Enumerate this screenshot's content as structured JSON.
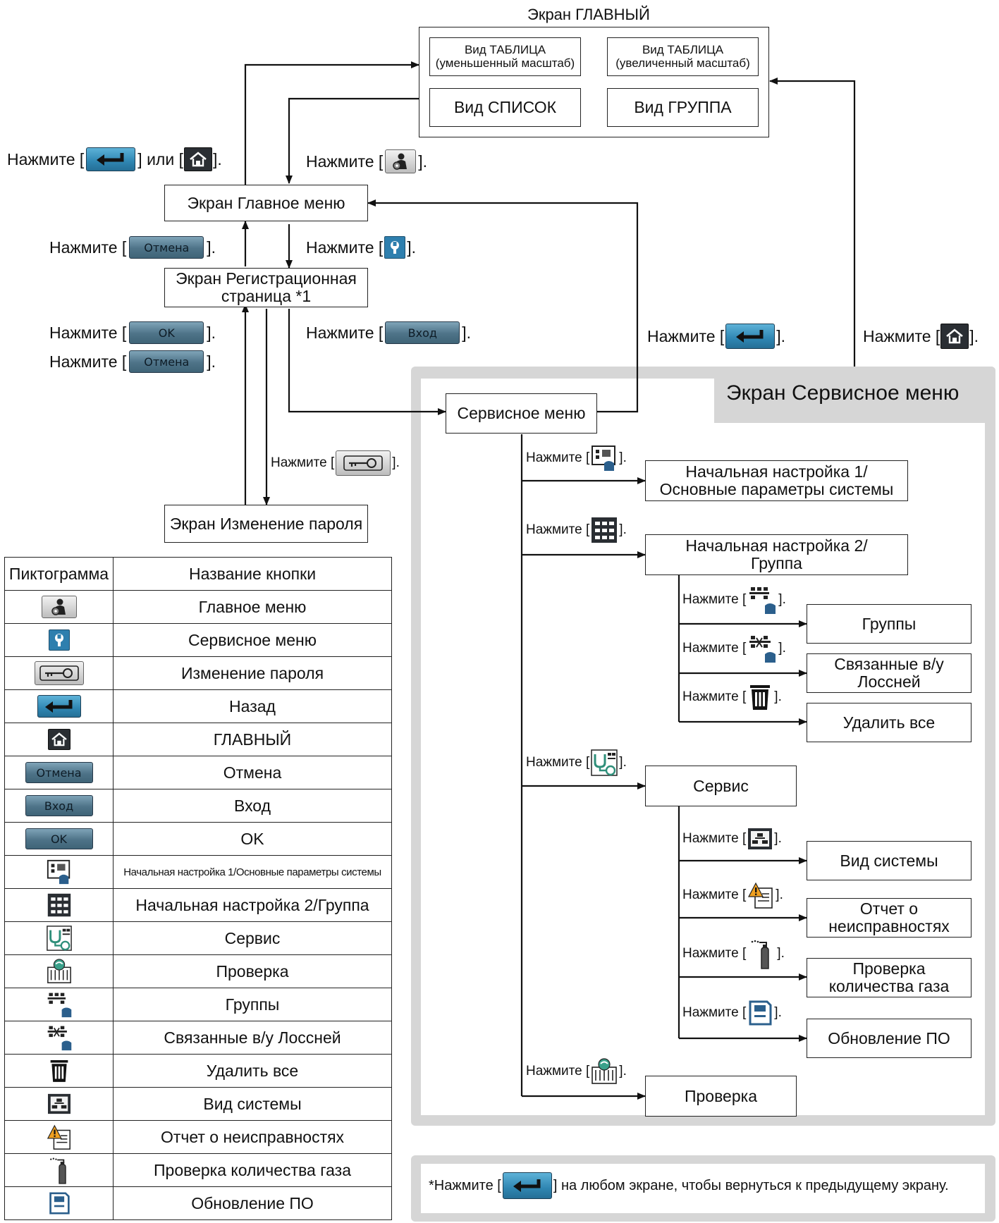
{
  "main_screen": {
    "title": "Экран ГЛАВНЫЙ",
    "views": [
      "Вид ТАБЛИЦА\n(уменьшенный масштаб)",
      "Вид ТАБЛИЦА\n(увеличенный масштаб)",
      "Вид СПИСОК",
      "Вид ГРУППА"
    ]
  },
  "screens": {
    "main_menu": "Экран Главное меню",
    "registration": "Экран Регистрационная\nстраница *1",
    "password_change": "Экран Изменение пароля"
  },
  "press": {
    "prefix": "Нажмите [",
    "suffix": "].",
    "or_text": "] или [",
    "suffix_short": "]."
  },
  "buttons": {
    "cancel": "Отмена",
    "enter": "Вход",
    "ok": "OK"
  },
  "service": {
    "title": "Экран Сервисное меню",
    "menu": "Сервисное меню",
    "initial1": "Начальная настройка 1/\nОсновные параметры системы",
    "initial2": "Начальная настройка 2/\nГруппа",
    "groups": "Группы",
    "linked": "Связанные в/у\nЛоссней",
    "delete_all": "Удалить все",
    "service": "Сервис",
    "system_view": "Вид системы",
    "malfunction": "Отчет о\nнеисправностях",
    "gas_check": "Проверка\nколичества газа",
    "sw_update": "Обновление ПО",
    "check": "Проверка"
  },
  "note": {
    "before": "*Нажмите [",
    "after": "] на любом экране, чтобы вернуться к предыдущему экрану."
  },
  "legend": {
    "header_icon": "Пиктограмма",
    "header_name": "Название кнопки",
    "rows": [
      {
        "icon": "main-menu-icon",
        "name": "Главное меню"
      },
      {
        "icon": "service-menu-icon",
        "name": "Сервисное меню"
      },
      {
        "icon": "password-change-icon",
        "name": "Изменение пароля"
      },
      {
        "icon": "back-icon",
        "name": "Назад"
      },
      {
        "icon": "home-icon",
        "name": "ГЛАВНЫЙ"
      },
      {
        "icon": "cancel-button-icon",
        "name": "Отмена"
      },
      {
        "icon": "enter-button-icon",
        "name": "Вход"
      },
      {
        "icon": "ok-button-icon",
        "name": "OK"
      },
      {
        "icon": "initial-settings-1-icon",
        "name": "Начальная настройка 1/Основные параметры системы"
      },
      {
        "icon": "initial-settings-2-icon",
        "name": "Начальная настройка 2/Группа"
      },
      {
        "icon": "service-icon",
        "name": "Сервис"
      },
      {
        "icon": "check-icon",
        "name": "Проверка"
      },
      {
        "icon": "groups-icon",
        "name": "Группы"
      },
      {
        "icon": "linked-lossnay-icon",
        "name": "Связанные в/у Лоссней"
      },
      {
        "icon": "delete-all-icon",
        "name": "Удалить все"
      },
      {
        "icon": "system-view-icon",
        "name": "Вид системы"
      },
      {
        "icon": "malfunction-report-icon",
        "name": "Отчет о неисправностях"
      },
      {
        "icon": "gas-check-icon",
        "name": "Проверка количества газа"
      },
      {
        "icon": "software-update-icon",
        "name": "Обновление ПО"
      }
    ]
  }
}
